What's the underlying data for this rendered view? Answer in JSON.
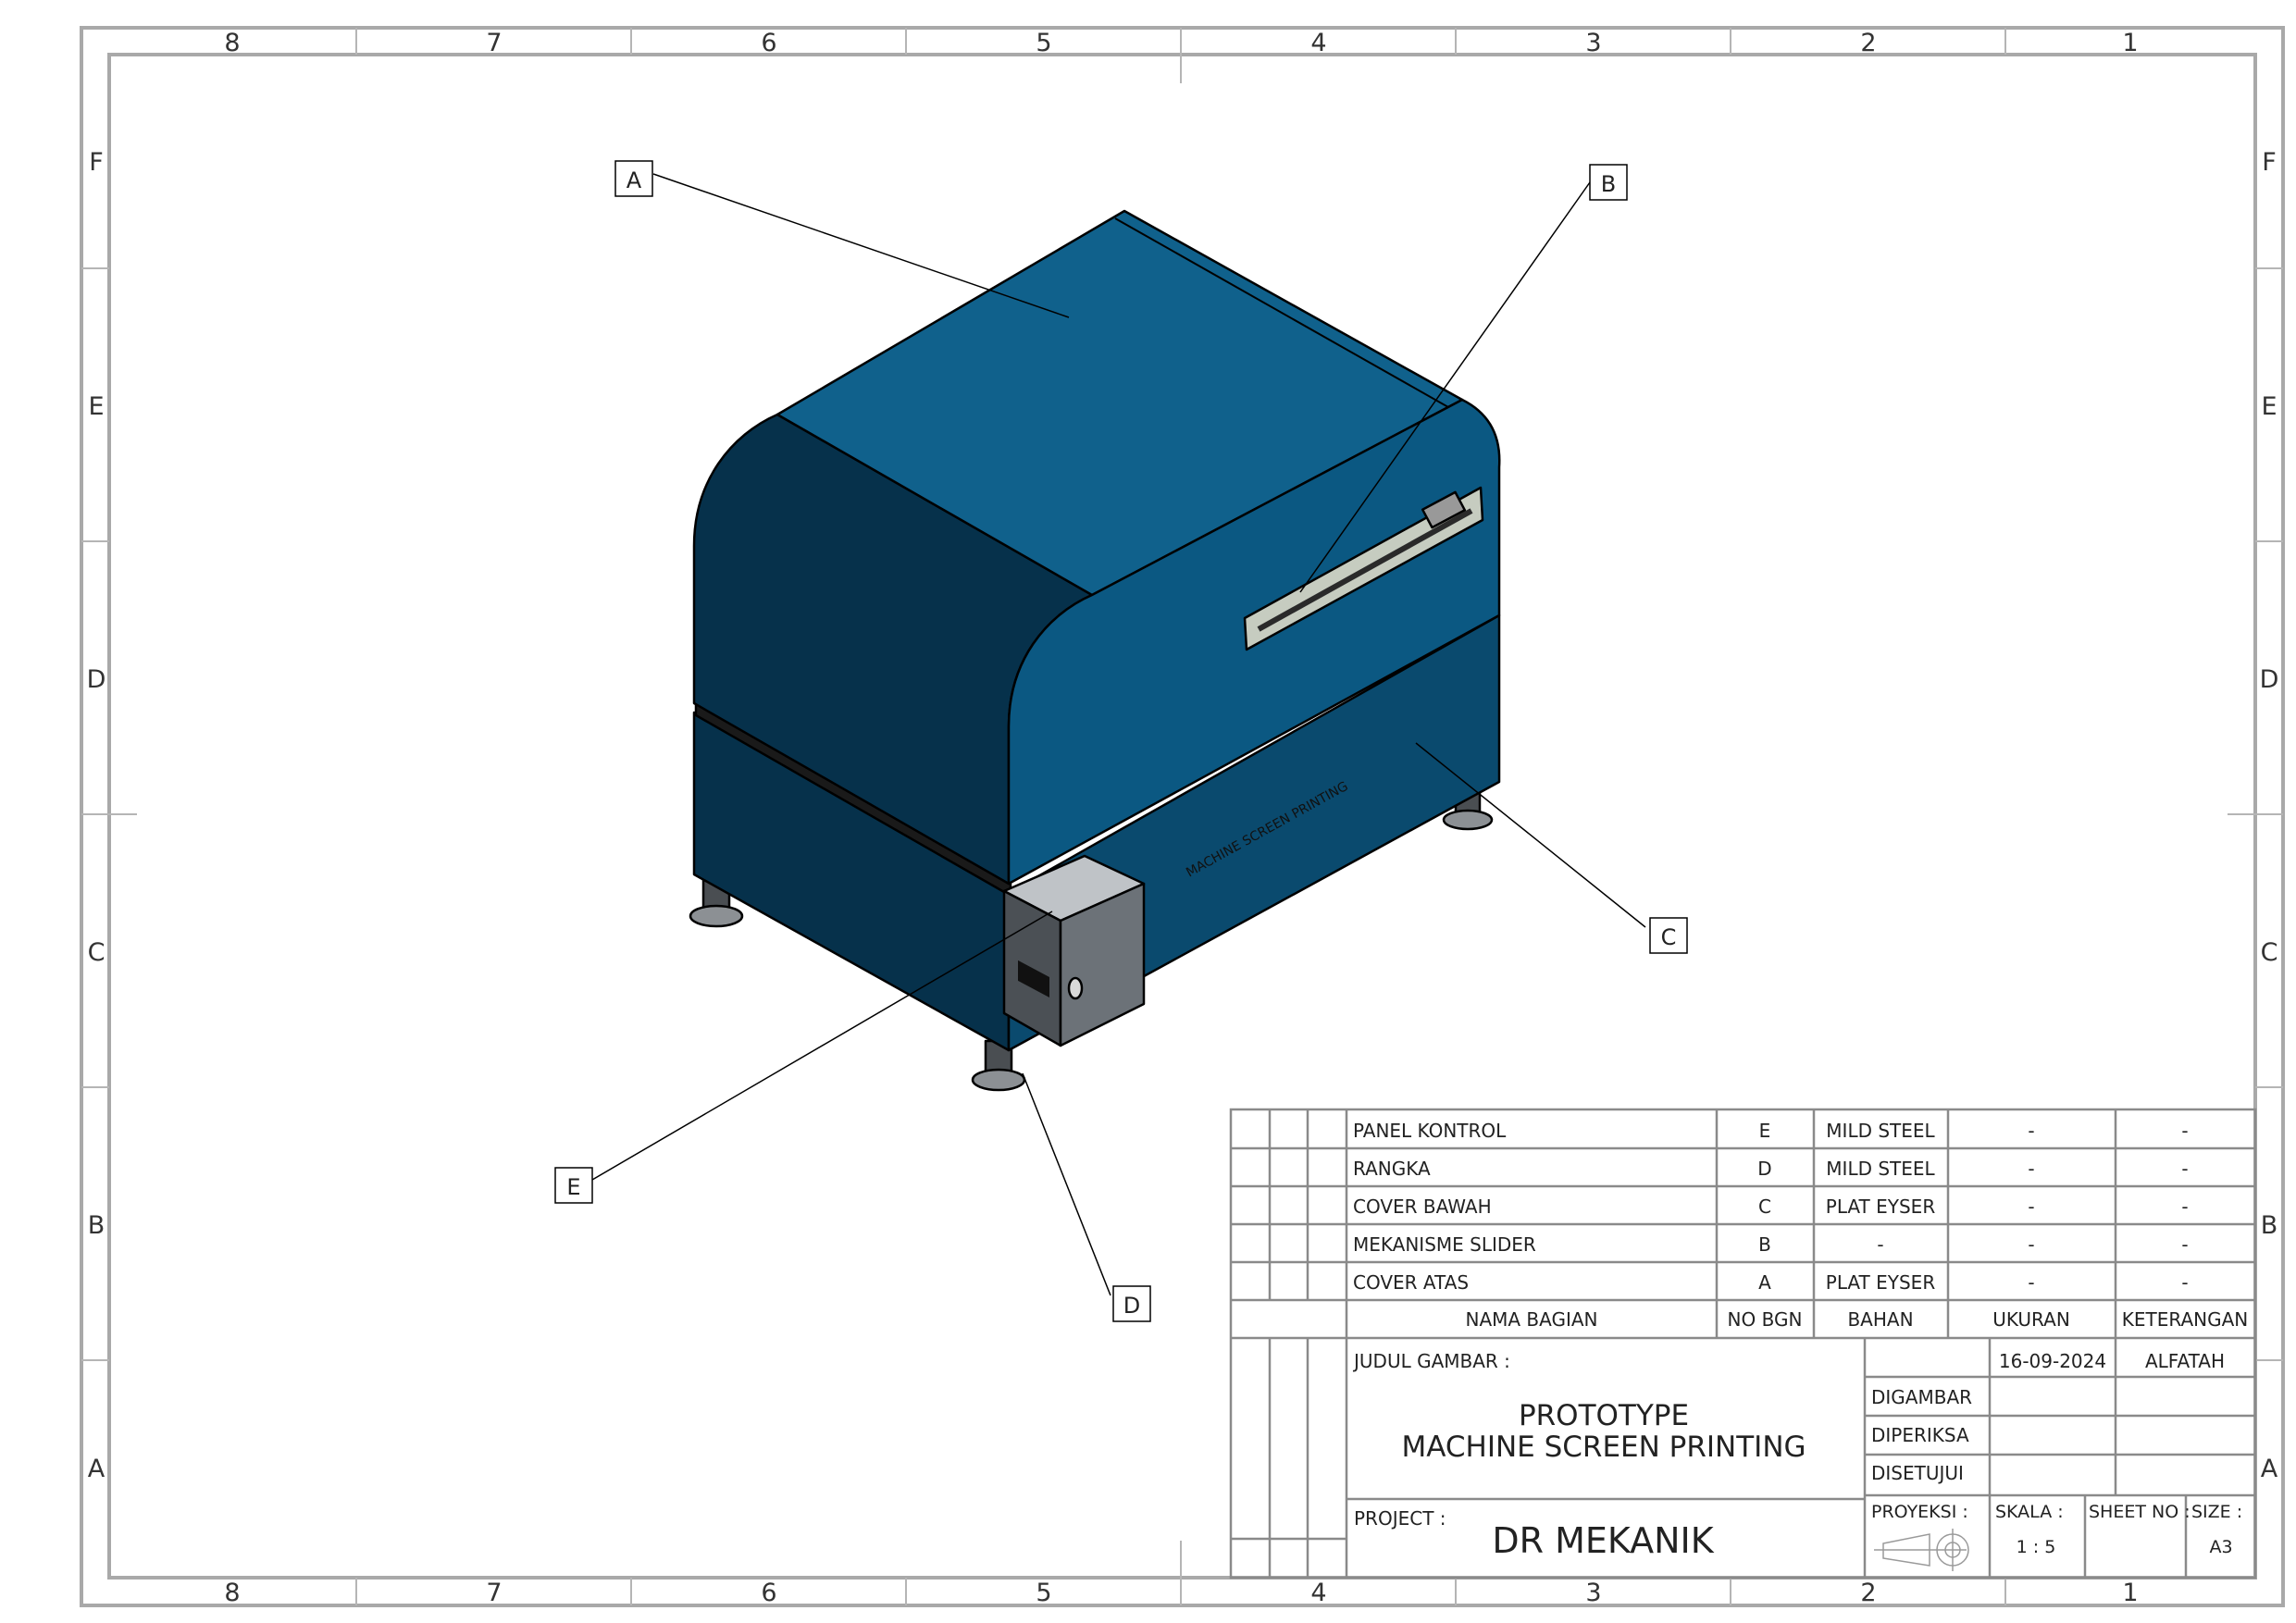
{
  "frame": {
    "col_labels": [
      "8",
      "7",
      "6",
      "5",
      "4",
      "3",
      "2",
      "1"
    ],
    "row_labels": [
      "F",
      "E",
      "D",
      "C",
      "B",
      "A"
    ]
  },
  "callouts": [
    "A",
    "B",
    "C",
    "D",
    "E"
  ],
  "machine_text": "MACHINE SCREEN PRINTING",
  "colors": {
    "body_top": "#10618C",
    "body_front": "#0A4A6E",
    "body_side": "#06314B",
    "body_dark": "#042539",
    "panel_grey": "#6C7278",
    "panel_light": "#BFC3C7",
    "line": "#000000",
    "border": "#9a9a9a"
  },
  "parts_list": {
    "rows": [
      {
        "name": "PANEL KONTROL",
        "no": "E",
        "material": "MILD STEEL",
        "size": "-",
        "note": "-"
      },
      {
        "name": "RANGKA",
        "no": "D",
        "material": "MILD STEEL",
        "size": "-",
        "note": "-"
      },
      {
        "name": "COVER BAWAH",
        "no": "C",
        "material": "PLAT EYSER",
        "size": "-",
        "note": "-"
      },
      {
        "name": "MEKANISME SLIDER",
        "no": "B",
        "material": "-",
        "size": "-",
        "note": "-"
      },
      {
        "name": "COVER ATAS",
        "no": "A",
        "material": "PLAT EYSER",
        "size": "-",
        "note": "-"
      }
    ],
    "header": {
      "name": "NAMA BAGIAN",
      "no": "NO BGN",
      "material": "BAHAN",
      "size": "UKURAN",
      "note": "KETERANGAN"
    }
  },
  "title_block": {
    "title_label": "JUDUL GAMBAR :",
    "title_line1": "PROTOTYPE",
    "title_line2": "MACHINE SCREEN PRINTING",
    "project_label": "PROJECT :",
    "project": "DR MEKANIK",
    "date": "16-09-2024",
    "drawn_by": "ALFATAH",
    "drawn_label": "DIGAMBAR",
    "checked_label": "DIPERIKSA",
    "approved_label": "DISETUJUI",
    "projection_label": "PROYEKSI :",
    "scale_label": "SKALA :",
    "scale": "1 : 5",
    "sheet_label": "SHEET NO :",
    "size_label": "SIZE :",
    "size": "A3"
  }
}
